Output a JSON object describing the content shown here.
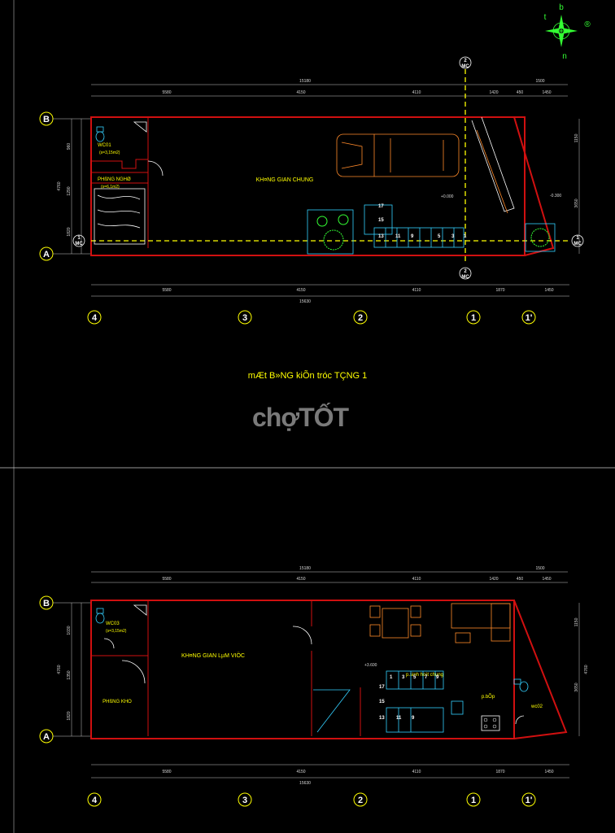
{
  "plan1": {
    "title": "mÆt B»NG kiÕn tróc TÇNG 1",
    "rooms": {
      "wc01": "WC01",
      "wc01_area": "(s=3,15m2)",
      "phong_nghi": "PHßNG NGHØ",
      "phong_nghi_area": "(s=6,1m2)",
      "khong_gian_chung": "KH¤NG GIAN CHUNG"
    },
    "levels": {
      "main": "+0.000",
      "side": "-0.300"
    },
    "top_dims": {
      "total": "15180",
      "d1": "5580",
      "d2": "4150",
      "d3": "4110",
      "d4": "1420",
      "d5": "450",
      "d6": "1450",
      "d7": "1500"
    },
    "bottom_dims": {
      "d1": "5580",
      "d2": "4150",
      "d3": "4110",
      "d4": "1870",
      "d5": "1450",
      "total": "15630"
    },
    "left_dims": {
      "d1": "960",
      "d2": "1290",
      "d3": "1820",
      "total": "4760"
    },
    "right_dims": {
      "d1": "1150",
      "d2": "3650"
    },
    "stair_numbers": [
      "17",
      "15",
      "13",
      "11",
      "9",
      "5",
      "3",
      "1"
    ],
    "grid_labels": [
      "4",
      "3",
      "2",
      "1",
      "1'"
    ],
    "row_labels": [
      "B",
      "A"
    ],
    "section_mark": "1",
    "section_sheet": "MC",
    "section_mark_2": "2"
  },
  "plan2": {
    "rooms": {
      "wc03": "WC03",
      "wc03_area": "(s=3,15m2)",
      "phong_kho": "PHßNG KHO",
      "khong_gian_lam_viec": "KH¤NG GIAN LµM VIÖC",
      "sinh_hoat_chung": "p.sinh ho¹t chung",
      "bep": "p.bÕp",
      "wc02": "wc02"
    },
    "levels": {
      "main": "+3.600"
    },
    "top_dims": {
      "total": "15180",
      "d1": "5580",
      "d2": "4150",
      "d3": "4110",
      "d4": "1420",
      "d5": "450",
      "d6": "1450",
      "d7": "1500"
    },
    "bottom_dims": {
      "d1": "5580",
      "d2": "4150",
      "d3": "4110",
      "d4": "1870",
      "d5": "1450",
      "total": "15630"
    },
    "left_dims": {
      "d1": "1030",
      "d2": "1350",
      "d3": "1820",
      "total": "4760"
    },
    "right_dims": {
      "d1": "1150",
      "d2": "3650",
      "total": "4760"
    },
    "stair_numbers_top": [
      "1",
      "3",
      "5",
      "7",
      "9"
    ],
    "stair_numbers_bottom": [
      "17",
      "15",
      "13",
      "11",
      "9"
    ],
    "grid_labels": [
      "4",
      "3",
      "2",
      "1",
      "1'"
    ],
    "row_labels": [
      "B",
      "A"
    ]
  },
  "compass": {
    "n": "b",
    "s": "n",
    "w": "t",
    "e": "®"
  },
  "watermark": {
    "part1": "chợ",
    "part2": "TỐT"
  },
  "colors": {
    "background": "#000000",
    "wall": "#d01010",
    "text": "#ffff00",
    "grid": "#ffffff",
    "accent": "#33ff33"
  }
}
